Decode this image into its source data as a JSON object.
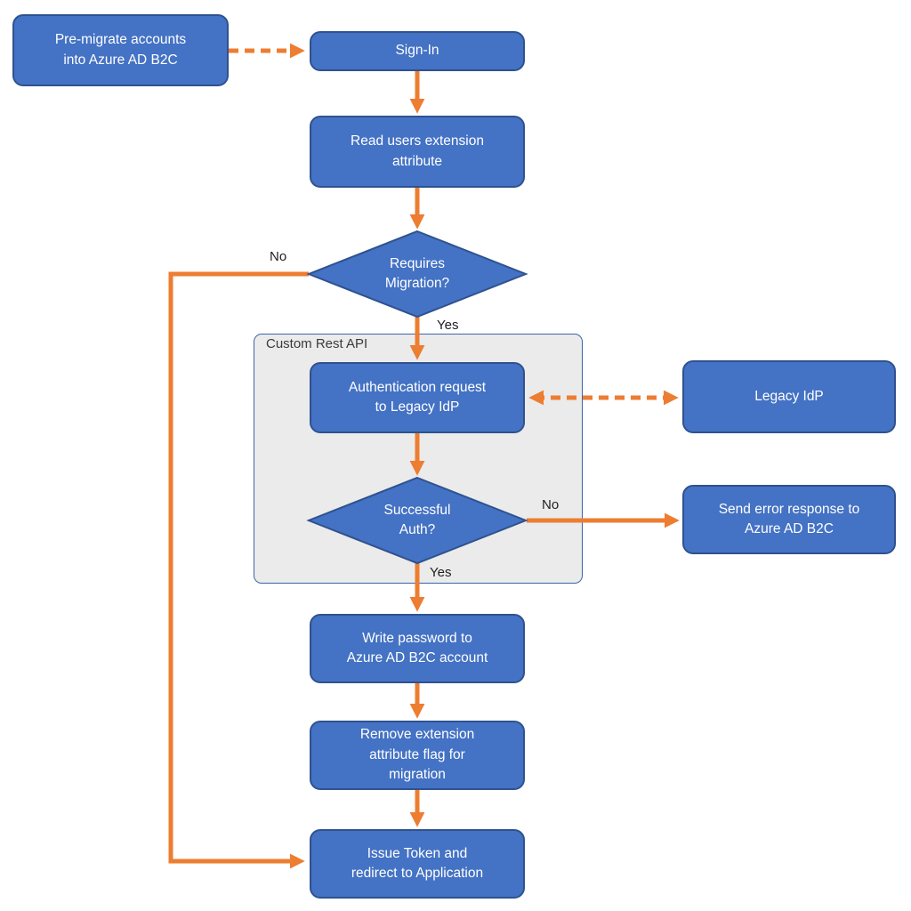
{
  "diagram": {
    "nodes": {
      "pre_migrate": "Pre-migrate accounts\ninto Azure AD B2C",
      "sign_in": "Sign-In",
      "read_users": "Read users extension\nattribute",
      "requires_migration": "Requires\nMigration?",
      "auth_request": "Authentication request\nto Legacy IdP",
      "legacy_idp": "Legacy IdP",
      "successful_auth": "Successful\nAuth?",
      "send_error": "Send error response to\nAzure AD B2C",
      "write_password": "Write password to\nAzure AD B2C account",
      "remove_flag": "Remove extension\nattribute flag for\nmigration",
      "issue_token": "Issue Token and\nredirect to Application"
    },
    "container": {
      "label": "Custom Rest API"
    },
    "edge_labels": {
      "requires_migration_no": "No",
      "requires_migration_yes": "Yes",
      "successful_auth_no": "No",
      "successful_auth_yes": "Yes"
    },
    "colors": {
      "node_fill": "#4472C4",
      "node_border": "#2F528F",
      "node_text": "#FFFFFF",
      "arrow": "#ED7D31",
      "container_fill": "#EBEBEB",
      "container_border": "#3C64AC",
      "edge_label_text": "#1F1F1F"
    }
  }
}
